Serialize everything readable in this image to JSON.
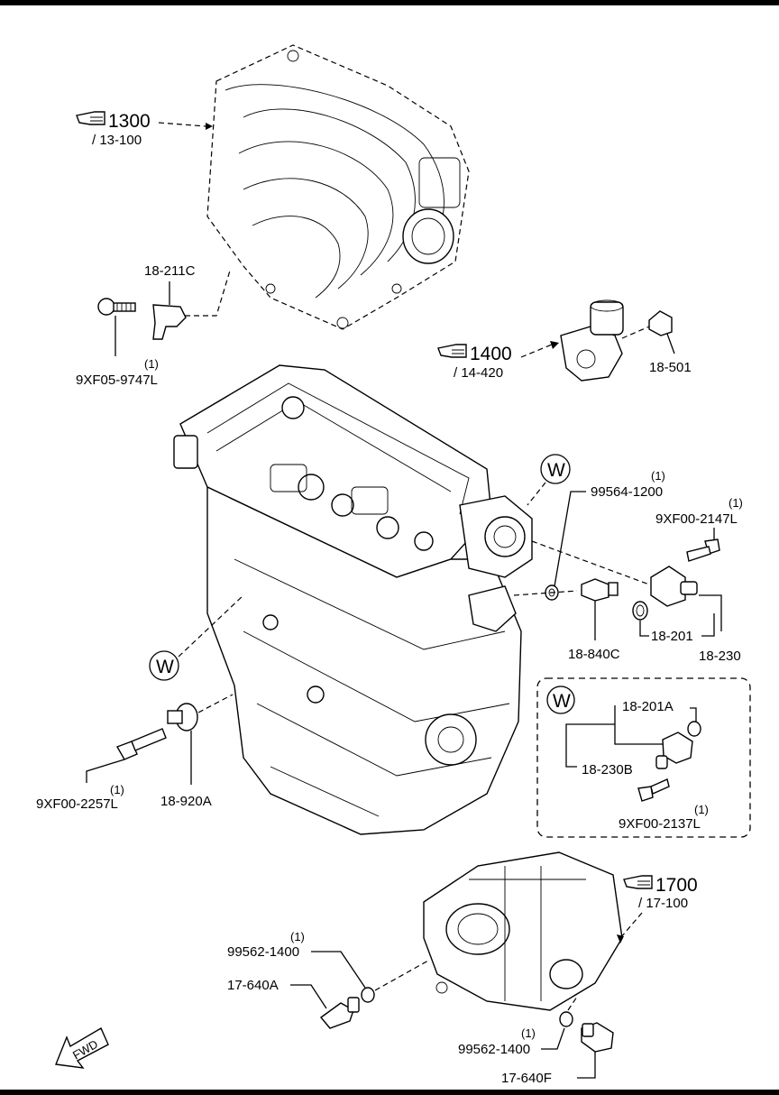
{
  "refs": {
    "r1300": {
      "num": "1300",
      "sub": "/ 13-100"
    },
    "r1400": {
      "num": "1400",
      "sub": "/ 14-420"
    },
    "r1700": {
      "num": "1700",
      "sub": "/ 17-100"
    }
  },
  "parts": {
    "p18_211C": "18-211C",
    "p9XF05_9747L": "9XF05-9747L",
    "p9XF05_9747L_qty": "(1)",
    "p18_501": "18-501",
    "p99564_1200": "99564-1200",
    "p99564_1200_qty": "(1)",
    "p9XF00_2147L": "9XF00-2147L",
    "p9XF00_2147L_qty": "(1)",
    "p18_840C": "18-840C",
    "p18_201": "18-201",
    "p18_230": "18-230",
    "p18_201A": "18-201A",
    "p18_230B": "18-230B",
    "p9XF00_2137L": "9XF00-2137L",
    "p9XF00_2137L_qty": "(1)",
    "p9XF00_2257L": "9XF00-2257L",
    "p9XF00_2257L_qty": "(1)",
    "p18_920A": "18-920A",
    "p99562_1400a": "99562-1400",
    "p99562_1400a_qty": "(1)",
    "p17_640A": "17-640A",
    "p99562_1400b": "99562-1400",
    "p99562_1400b_qty": "(1)",
    "p17_640F": "17-640F"
  },
  "markers": {
    "w": "W"
  },
  "fwd": "FWD",
  "icons": {
    "ref_pointer": "pointing-hand-icon",
    "direction": "fwd-arrow-icon"
  }
}
